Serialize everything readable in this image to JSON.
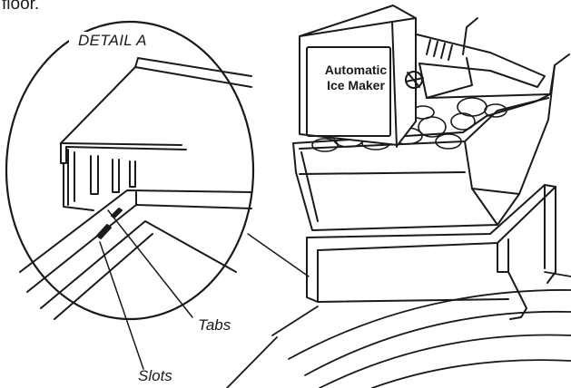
{
  "intro_text": "floor.",
  "detail_label": "DETAIL A",
  "ice_maker_label_line1": "Automatic",
  "ice_maker_label_line2": "Ice Maker",
  "callout_tabs": "Tabs",
  "callout_slots": "Slots",
  "colors": {
    "line": "#1a1a1a",
    "background": "#ffffff"
  }
}
